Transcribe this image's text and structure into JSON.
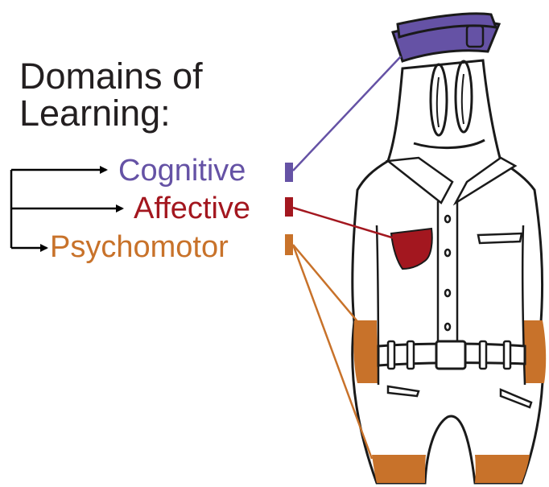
{
  "title_line1": "Domains of",
  "title_line2": "Learning:",
  "domains": [
    {
      "label": "Cognitive",
      "color": "#6552a5"
    },
    {
      "label": "Affective",
      "color": "#a3171f"
    },
    {
      "label": "Psychomotor",
      "color": "#c8722a"
    }
  ]
}
